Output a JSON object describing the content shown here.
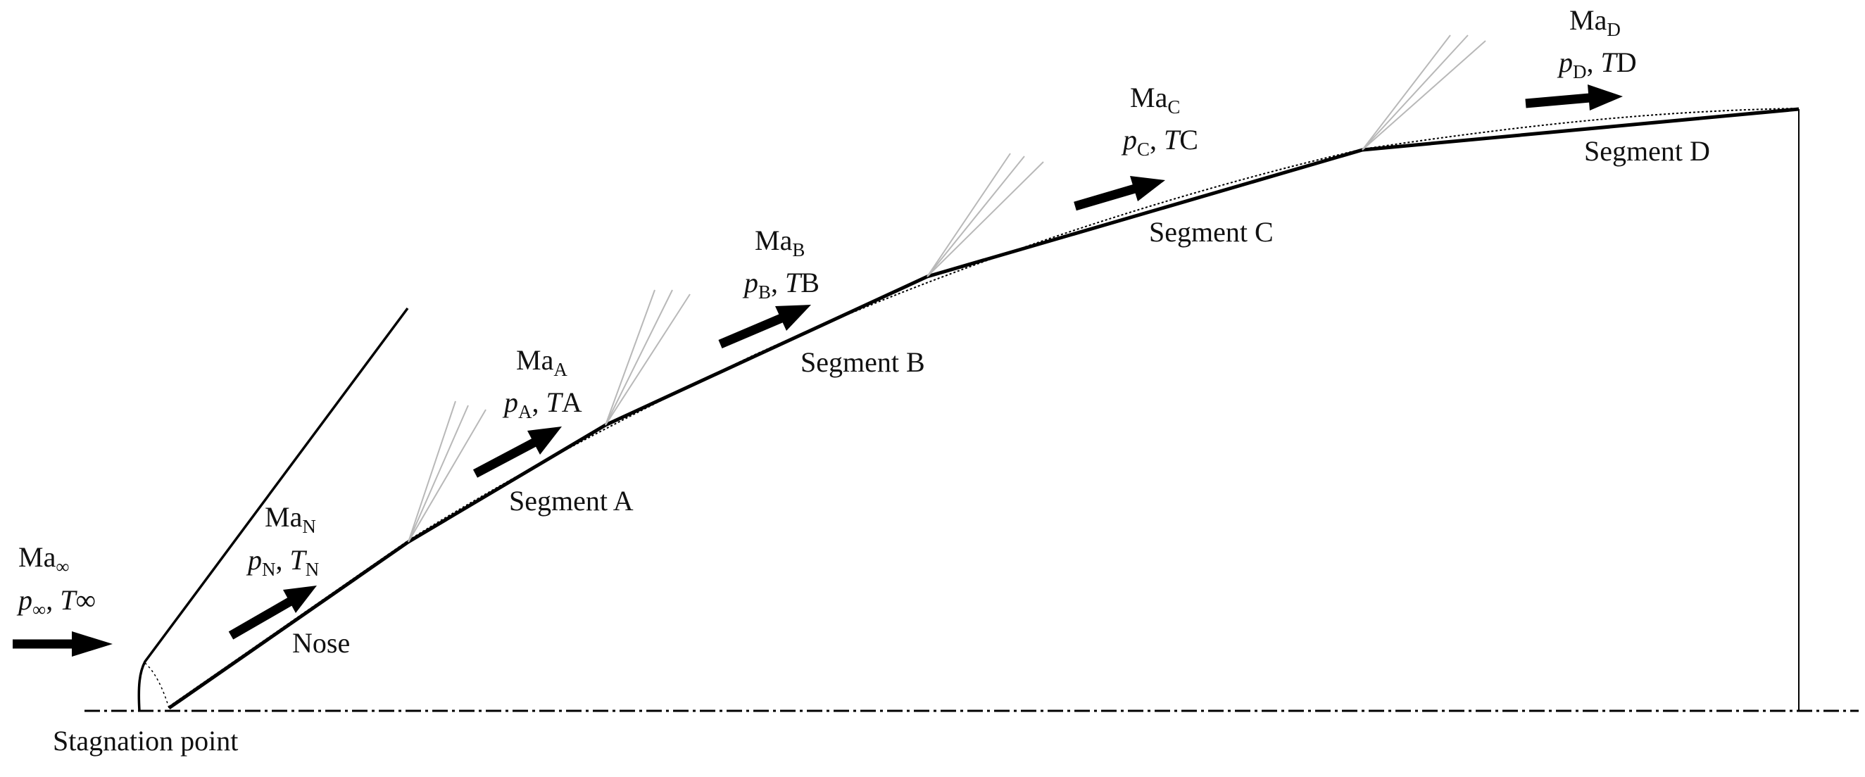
{
  "freestream": {
    "ma": "Ma",
    "ma_sub": "∞",
    "p": "p",
    "p_sub": "∞",
    "sep": ", ",
    "t": "T",
    "t_sub": "∞"
  },
  "nose": {
    "ma": "Ma",
    "ma_sub": "N",
    "p": "p",
    "p_sub": "N",
    "sep": ", ",
    "t": "T",
    "t_sub": "N",
    "label": "Nose"
  },
  "segment_a": {
    "ma": "Ma",
    "ma_sub": "A",
    "p": "p",
    "p_sub": "A",
    "sep": ", ",
    "t": "T",
    "t_sub": "A",
    "label": "Segment A"
  },
  "segment_b": {
    "ma": "Ma",
    "ma_sub": "B",
    "p": "p",
    "p_sub": "B",
    "sep": ", ",
    "t": "T",
    "t_sub": "B",
    "label": "Segment B"
  },
  "segment_c": {
    "ma": "Ma",
    "ma_sub": "C",
    "p": "p",
    "p_sub": "C",
    "sep": ", ",
    "t": "T",
    "t_sub": "C",
    "label": "Segment C"
  },
  "segment_d": {
    "ma": "Ma",
    "ma_sub": "D",
    "p": "p",
    "p_sub": "D",
    "sep": ", ",
    "t": "T",
    "t_sub": "D",
    "label": "Segment D"
  },
  "stagnation": {
    "label": "Stagnation point"
  },
  "colors": {
    "line": "#000000",
    "fan": "#b8b8b8",
    "text": "#111111"
  }
}
